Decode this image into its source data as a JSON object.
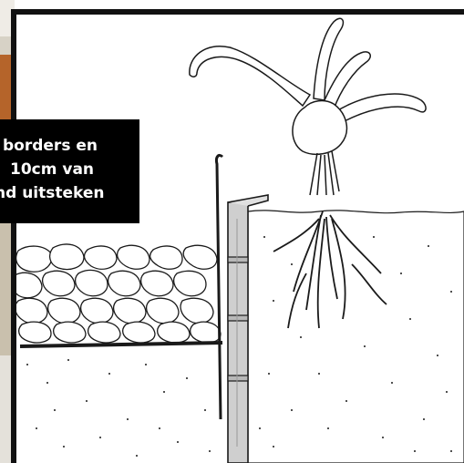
{
  "callout": {
    "lines": [
      "borders en",
      "10cm van",
      "nd uitsteken"
    ]
  },
  "colors": {
    "frame": "#111111",
    "background_photo_top": "#b5642a",
    "background_photo_mid": "#c9c0ad",
    "ink": "#1a1a1a",
    "edging_metal": "#cfcfcf",
    "callout_bg": "#000000",
    "callout_text": "#ffffff"
  },
  "icons": [
    "bulb-plant-icon",
    "gravel-stones-icon",
    "lawn-edging-profile-icon",
    "soil-speckles-icon",
    "roots-icon"
  ]
}
